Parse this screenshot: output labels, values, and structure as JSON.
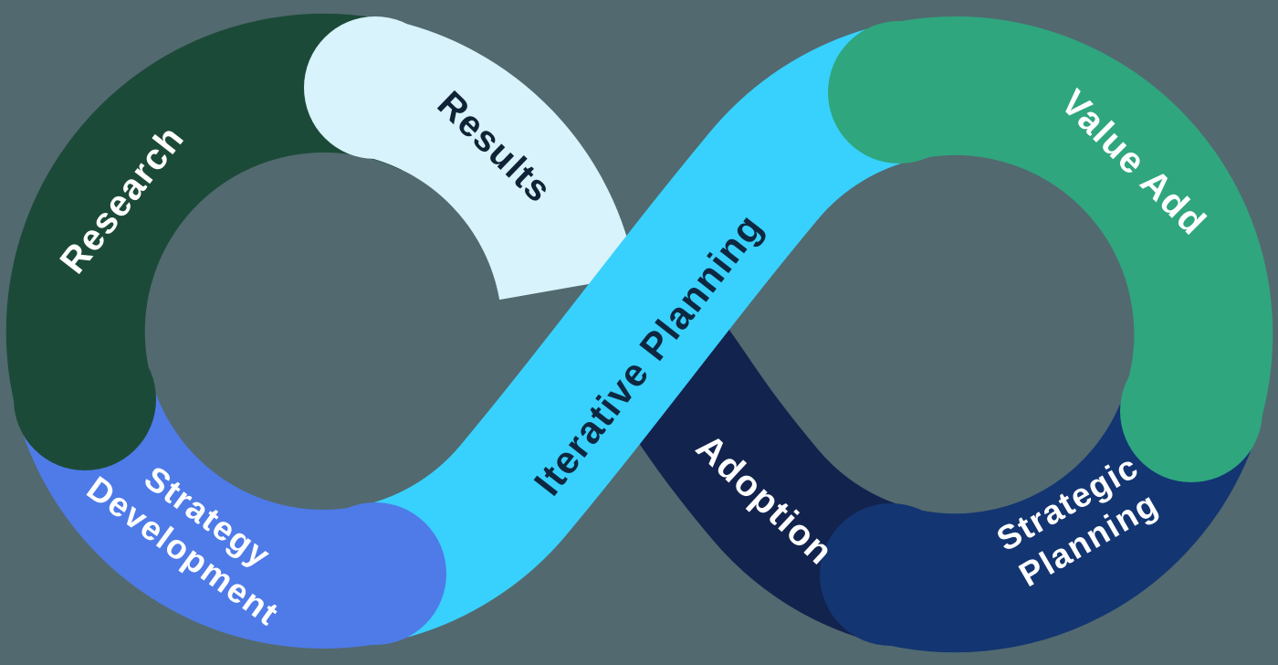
{
  "diagram": {
    "background_color": "#52696F"
  },
  "segments": {
    "research": {
      "label": "Research",
      "color": "#1C4A38",
      "text_color": "#FFFFFF"
    },
    "results": {
      "label": "Results",
      "color": "#D8F3FB",
      "text_color": "#102336"
    },
    "strategy_development": {
      "line1": "Strategy",
      "line2": "Development",
      "color": "#4E7BE8",
      "text_color": "#FFFFFF"
    },
    "iterative_planning": {
      "label": "Iterative Planning",
      "color": "#38D1FD",
      "text_color": "#0E2740"
    },
    "adoption": {
      "label": "Adoption",
      "color": "#12234E",
      "text_color": "#FFFFFF"
    },
    "value_add": {
      "label": "Value Add",
      "color": "#2FA67E",
      "text_color": "#FFFFFF"
    },
    "strategic_planning": {
      "line1": "Strategic",
      "line2": "Planning",
      "color": "#133572",
      "text_color": "#FFFFFF"
    }
  }
}
